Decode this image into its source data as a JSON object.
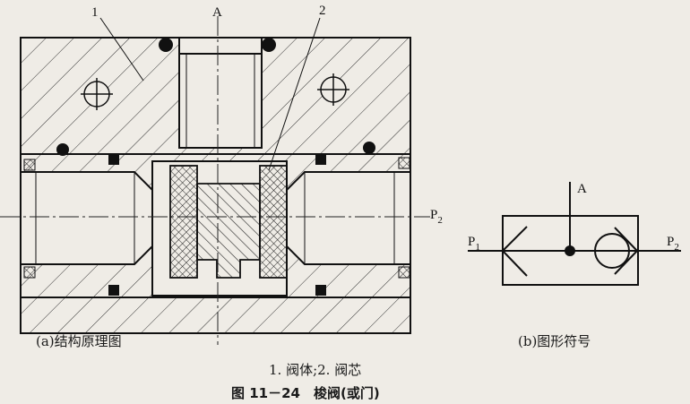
{
  "figure": {
    "labels": {
      "part1": "1",
      "part2": "2",
      "port_a": "A",
      "port_p2": "P",
      "port_p2_sub": "2"
    },
    "symbol": {
      "port_a": "A",
      "port_p1": "P",
      "port_p1_sub": "1",
      "port_p2": "P",
      "port_p2_sub": "2"
    },
    "captions": {
      "sub_a": "(a)结构原理图",
      "sub_b": "(b)图形符号",
      "legend": "1. 阀体;2. 阀芯",
      "title": "图 11－24　梭阀(或门)"
    },
    "colors": {
      "paper": "#efece6",
      "ink": "#1a1a1a"
    }
  }
}
